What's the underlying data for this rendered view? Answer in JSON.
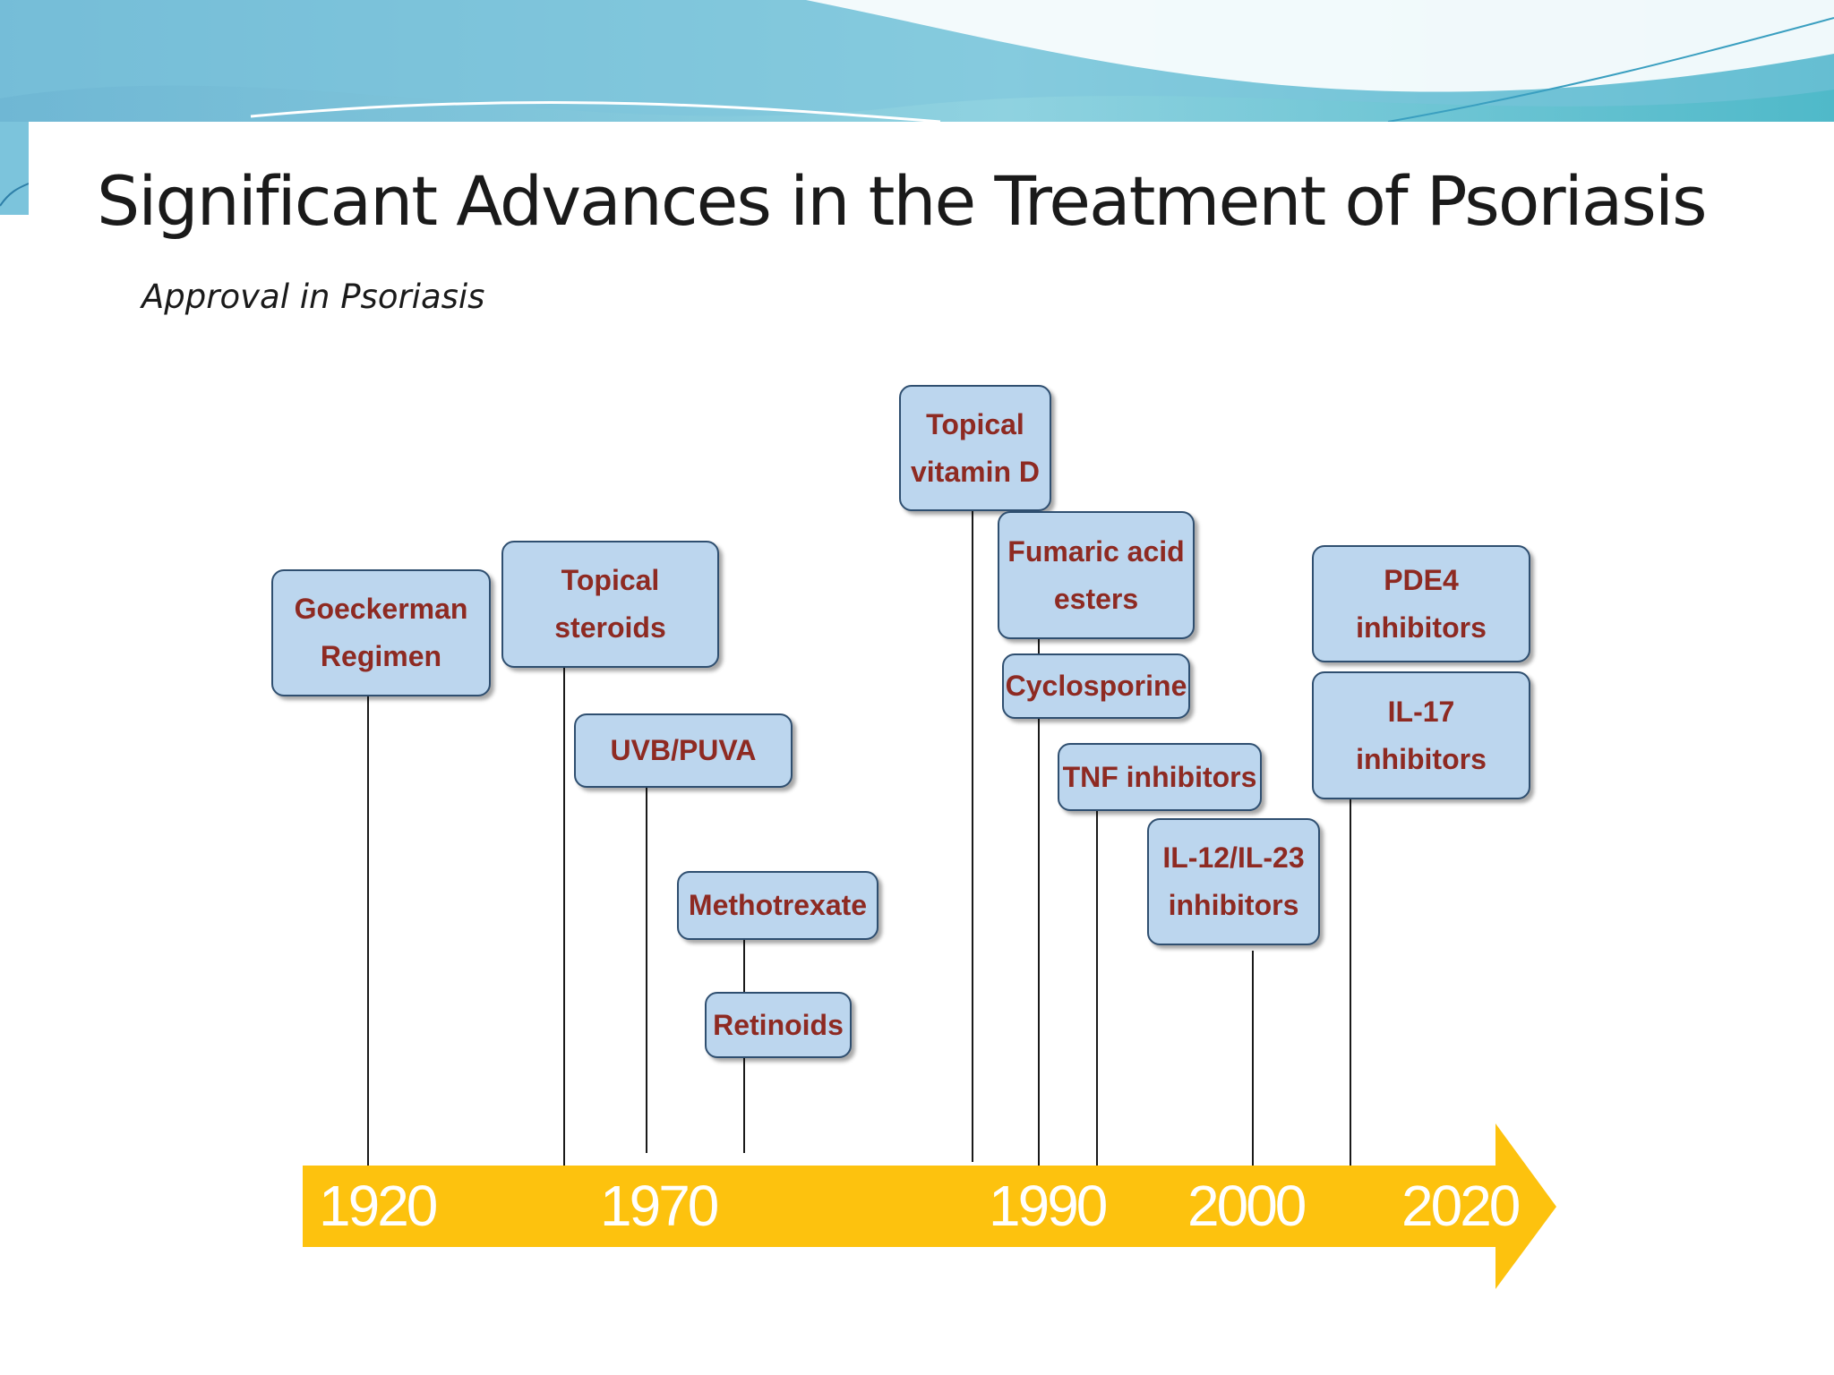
{
  "slide": {
    "title": "Significant Advances in the Treatment of Psoriasis",
    "subtitle": "Approval in Psoriasis"
  },
  "timeline": {
    "years": [
      "1920",
      "1970",
      "1990",
      "2000",
      "2020"
    ],
    "treatments": [
      {
        "id": "goeckerman",
        "text": "Goeckerman\nRegimen"
      },
      {
        "id": "topical-steroids",
        "text": "Topical\nsteroids"
      },
      {
        "id": "uvb-puva",
        "text": "UVB/PUVA"
      },
      {
        "id": "methotrexate",
        "text": "Methotrexate"
      },
      {
        "id": "retinoids",
        "text": "Retinoids"
      },
      {
        "id": "topical-vitamin-d",
        "text": "Topical\nvitamin D"
      },
      {
        "id": "fumaric-acid-esters",
        "text": "Fumaric acid\nesters"
      },
      {
        "id": "cyclosporine",
        "text": "Cyclosporine"
      },
      {
        "id": "tnf-inhibitors",
        "text": "TNF inhibitors"
      },
      {
        "id": "il12-il23-inhibitors",
        "text": "IL-12/IL-23\ninhibitors"
      },
      {
        "id": "pde4-inhibitors",
        "text": "PDE4\ninhibitors"
      },
      {
        "id": "il17-inhibitors",
        "text": "IL-17\ninhibitors"
      }
    ]
  },
  "colors": {
    "arrow": "#fdc20e",
    "box_fill": "#bcd6ee",
    "box_border": "#2f4f70",
    "label_text": "#8e2a22",
    "year_text": "#ffffff"
  }
}
